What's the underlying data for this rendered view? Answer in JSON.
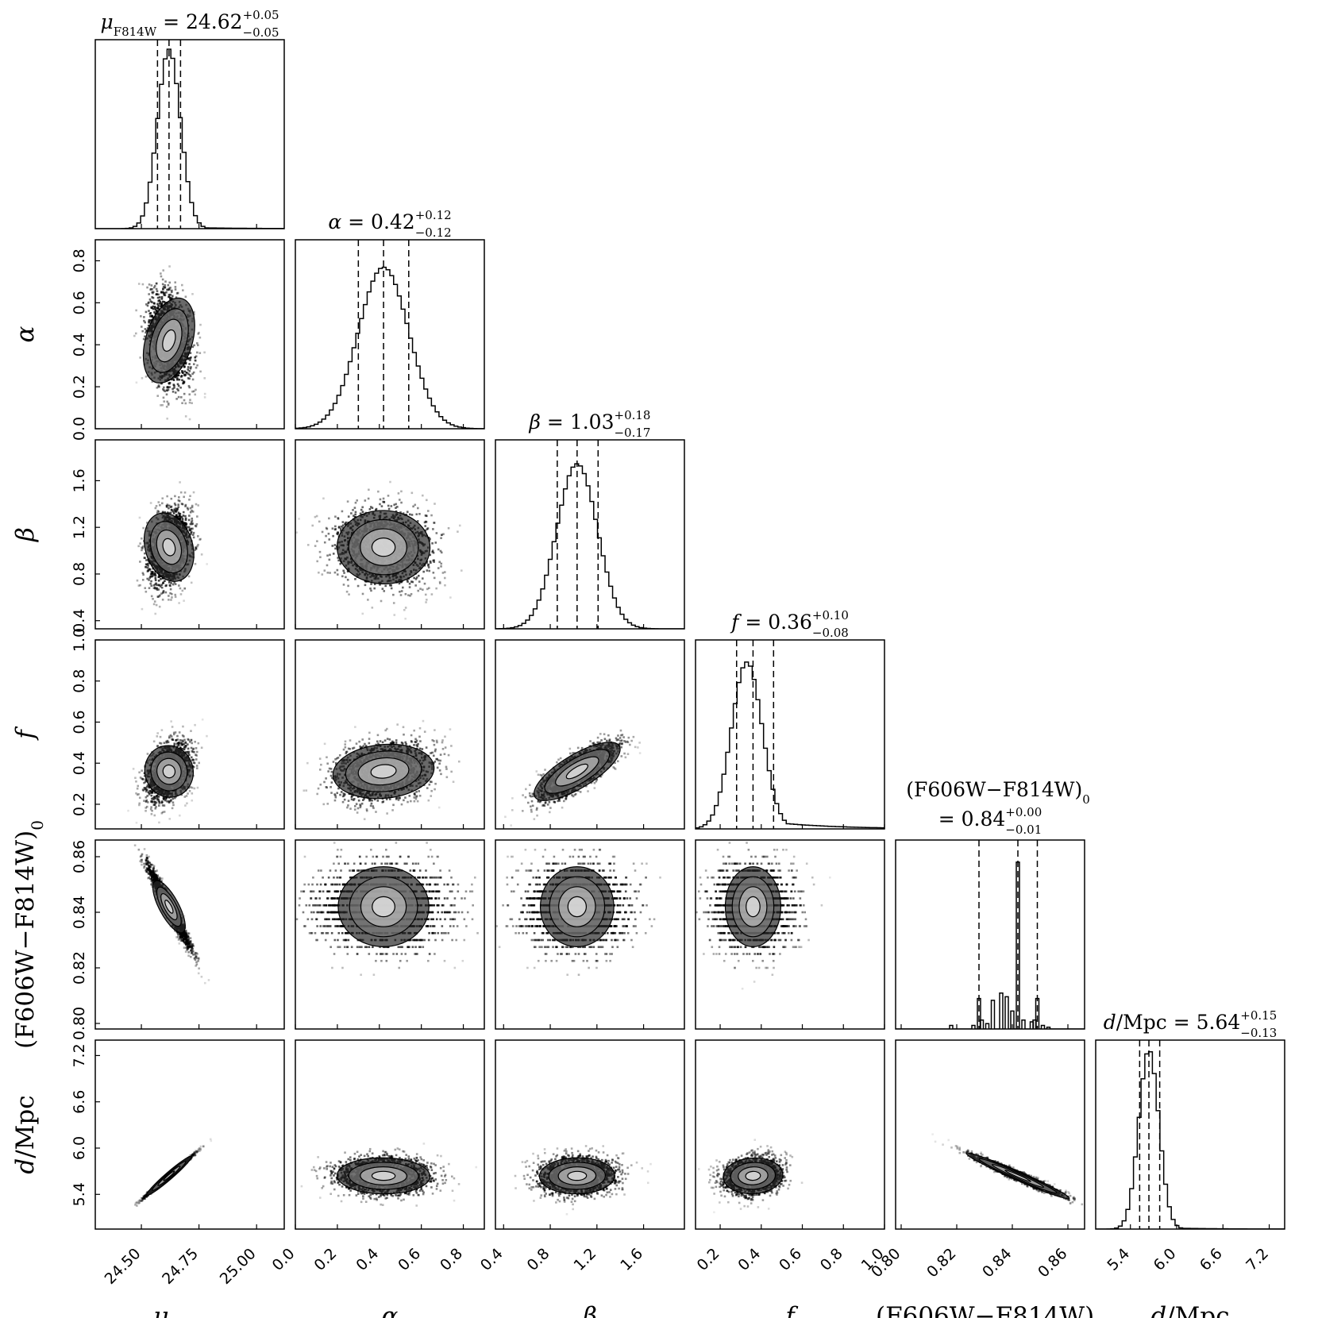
{
  "chart_data": {
    "type": "corner",
    "parameters": [
      {
        "key": "mu",
        "label": "μ",
        "label_sub": "F814W",
        "title_name": "μ",
        "title_sub": "F814W",
        "median": "24.62",
        "plus": "+0.05",
        "minus": "−0.05",
        "q": [
          24.57,
          24.62,
          24.67
        ],
        "range": [
          24.3,
          25.12
        ],
        "ticks": [
          24.5,
          24.75,
          25.0
        ],
        "tick_labels": [
          "24.50",
          "24.75",
          "25.00"
        ],
        "hist": {
          "mu": 24.62,
          "sigma": 0.05,
          "tail": 0.01,
          "peak": 1.0
        }
      },
      {
        "key": "alpha",
        "label": "α",
        "label_sub": "",
        "title_name": "α",
        "title_sub": "",
        "median": "0.42",
        "plus": "+0.12",
        "minus": "−0.12",
        "q": [
          0.3,
          0.42,
          0.54
        ],
        "range": [
          0.0,
          0.9
        ],
        "ticks": [
          0.0,
          0.2,
          0.4,
          0.6,
          0.8
        ],
        "tick_labels": [
          "0.0",
          "0.2",
          "0.4",
          "0.6",
          "0.8"
        ],
        "hist": {
          "mu": 0.42,
          "sigma": 0.12,
          "tail": 0.0,
          "peak": 0.9
        }
      },
      {
        "key": "beta",
        "label": "β",
        "label_sub": "",
        "title_name": "β",
        "title_sub": "",
        "median": "1.03",
        "plus": "+0.18",
        "minus": "−0.17",
        "q": [
          0.86,
          1.03,
          1.21
        ],
        "range": [
          0.33,
          1.95
        ],
        "ticks": [
          0.4,
          0.8,
          1.2,
          1.6
        ],
        "tick_labels": [
          "0.4",
          "0.8",
          "1.2",
          "1.6"
        ],
        "hist": {
          "mu": 1.03,
          "sigma": 0.175,
          "tail": 0.0,
          "peak": 0.92
        }
      },
      {
        "key": "f",
        "label": "f",
        "label_sub": "",
        "title_name": "f",
        "title_sub": "",
        "median": "0.36",
        "plus": "+0.10",
        "minus": "−0.08",
        "q": [
          0.28,
          0.36,
          0.46
        ],
        "range": [
          0.08,
          1.0
        ],
        "ticks": [
          0.2,
          0.4,
          0.6,
          0.8,
          1.0
        ],
        "tick_labels": [
          "0.2",
          "0.4",
          "0.6",
          "0.8",
          "1.0"
        ],
        "hist": {
          "mu": 0.33,
          "sigma": 0.075,
          "tail": 0.06,
          "peak": 0.93
        }
      },
      {
        "key": "color",
        "label": "(F606W−F814W)",
        "label_sub": "0",
        "title_line1": "(F606W−F814W)",
        "title_line1_sub": "0",
        "median": "0.84",
        "plus": "+0.00",
        "minus": "−0.01",
        "q": [
          0.828,
          0.842,
          0.849
        ],
        "range": [
          0.798,
          0.866
        ],
        "ticks": [
          0.8,
          0.82,
          0.84,
          0.86
        ],
        "tick_labels": [
          "0.80",
          "0.82",
          "0.84",
          "0.86"
        ],
        "hist_bars": [
          [
            0.818,
            0.02
          ],
          [
            0.826,
            0.02
          ],
          [
            0.828,
            0.17
          ],
          [
            0.829,
            0.05
          ],
          [
            0.831,
            0.03
          ],
          [
            0.833,
            0.16
          ],
          [
            0.836,
            0.2
          ],
          [
            0.838,
            0.18
          ],
          [
            0.84,
            0.1
          ],
          [
            0.842,
            0.93
          ],
          [
            0.844,
            0.05
          ],
          [
            0.847,
            0.04
          ],
          [
            0.848,
            0.05
          ],
          [
            0.849,
            0.17
          ],
          [
            0.851,
            0.02
          ],
          [
            0.853,
            0.01
          ]
        ]
      },
      {
        "key": "d",
        "label": "d",
        "label_unit": "/Mpc",
        "title_name": "d",
        "title_unit": "/Mpc",
        "median": "5.64",
        "plus": "+0.15",
        "minus": "−0.13",
        "q": [
          5.52,
          5.64,
          5.78
        ],
        "range": [
          4.95,
          7.4
        ],
        "ticks": [
          5.4,
          6.0,
          6.6,
          7.2
        ],
        "tick_labels": [
          "5.4",
          "6.0",
          "6.6",
          "7.2"
        ],
        "hist": {
          "mu": 5.64,
          "sigma": 0.13,
          "tail": 0.01,
          "peak": 1.0
        }
      }
    ],
    "color_ylabels": [
      "0.80",
      "0.82",
      "0.84",
      "0.86"
    ],
    "grid": false
  }
}
